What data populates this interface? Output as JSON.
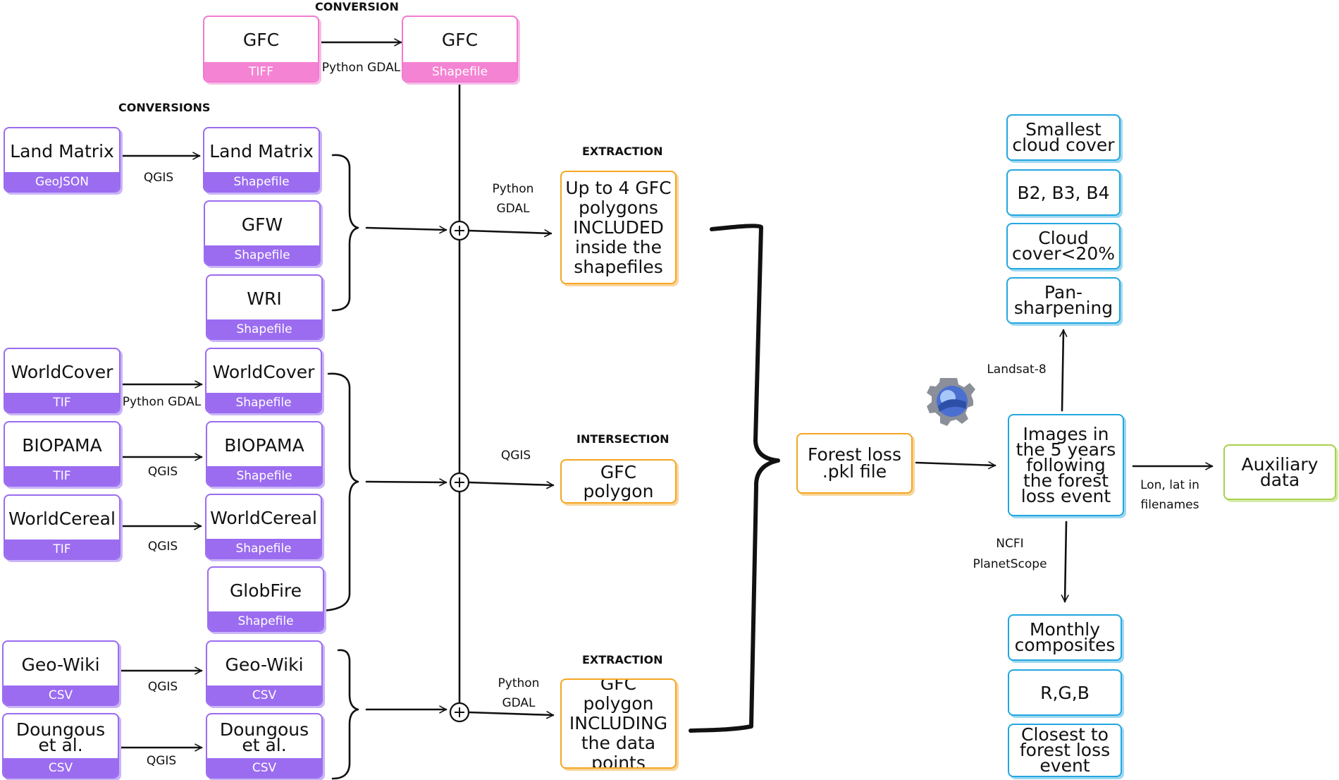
{
  "headings": {
    "conversion": "CONVERSION",
    "conversions": "CONVERSIONS",
    "extraction1": "EXTRACTION",
    "intersection": "INTERSECTION",
    "extraction2": "EXTRACTION"
  },
  "sources": {
    "gfc_tiff": {
      "title": "GFC",
      "format": "TIFF"
    },
    "gfc_shp": {
      "title": "GFC",
      "format": "Shapefile"
    },
    "landmatrix_src": {
      "title": "Land Matrix",
      "format": "GeoJSON"
    },
    "landmatrix_shp": {
      "title": "Land Matrix",
      "format": "Shapefile"
    },
    "gfw": {
      "title": "GFW",
      "format": "Shapefile"
    },
    "wri": {
      "title": "WRI",
      "format": "Shapefile"
    },
    "worldcover_src": {
      "title": "WorldCover",
      "format": "TIF"
    },
    "worldcover_shp": {
      "title": "WorldCover",
      "format": "Shapefile"
    },
    "biopama_src": {
      "title": "BIOPAMA",
      "format": "TIF"
    },
    "biopama_shp": {
      "title": "BIOPAMA",
      "format": "Shapefile"
    },
    "worldcereal_src": {
      "title": "WorldCereal",
      "format": "TIF"
    },
    "worldcereal_shp": {
      "title": "WorldCereal",
      "format": "Shapefile"
    },
    "globfire": {
      "title": "GlobFire",
      "format": "Shapefile"
    },
    "geowiki_src": {
      "title": "Geo-Wiki",
      "format": "CSV"
    },
    "geowiki_csv": {
      "title": "Geo-Wiki",
      "format": "CSV"
    },
    "doungous_src": {
      "title": "Doungous et al.",
      "format": "CSV"
    },
    "doungous_csv": {
      "title": "Doungous et al.",
      "format": "CSV"
    }
  },
  "edge_labels": {
    "python_gdal_top": "Python GDAL",
    "qgis_landmatrix": "QGIS",
    "python_gdal_worldcover": "Python GDAL",
    "qgis_biopama": "QGIS",
    "qgis_worldcereal": "QGIS",
    "qgis_geowiki": "QGIS",
    "qgis_doungous": "QGIS",
    "python_1": "Python",
    "gdal_1": "GDAL",
    "qgis_intersection": "QGIS",
    "python_3": "Python",
    "gdal_3": "GDAL",
    "landsat": "Landsat-8",
    "ncfi": "NCFI",
    "planetscope": "PlanetScope",
    "lonlat_1": "Lon, lat in",
    "lonlat_2": "filenames"
  },
  "process": {
    "extraction1": "Up to 4 GFC polygons INCLUDED inside the shapefiles",
    "intersection": "GFC polygon",
    "extraction2": "GFC polygon INCLUDING the data points"
  },
  "outputs": {
    "forest_loss": "Forest loss .pkl file",
    "images": "Images in the 5 years following the forest loss event",
    "auxiliary": "Auxiliary data",
    "landsat_opts": [
      "Smallest cloud cover",
      "B2, B3, B4",
      "Cloud cover<20%",
      "Pan-sharpening"
    ],
    "planet_opts": [
      "Monthly composites",
      "R,G,B",
      "Closest to forest loss event"
    ]
  },
  "icons": {
    "gee": "google-earth-engine-icon",
    "plus": "plus-circle-icon",
    "arrow": "arrow-right-icon"
  },
  "colors": {
    "purple": "#9b6cf0",
    "pink": "#f583d3",
    "orange": "#f5a623",
    "blue": "#22a7e0",
    "green": "#a8d14a"
  }
}
